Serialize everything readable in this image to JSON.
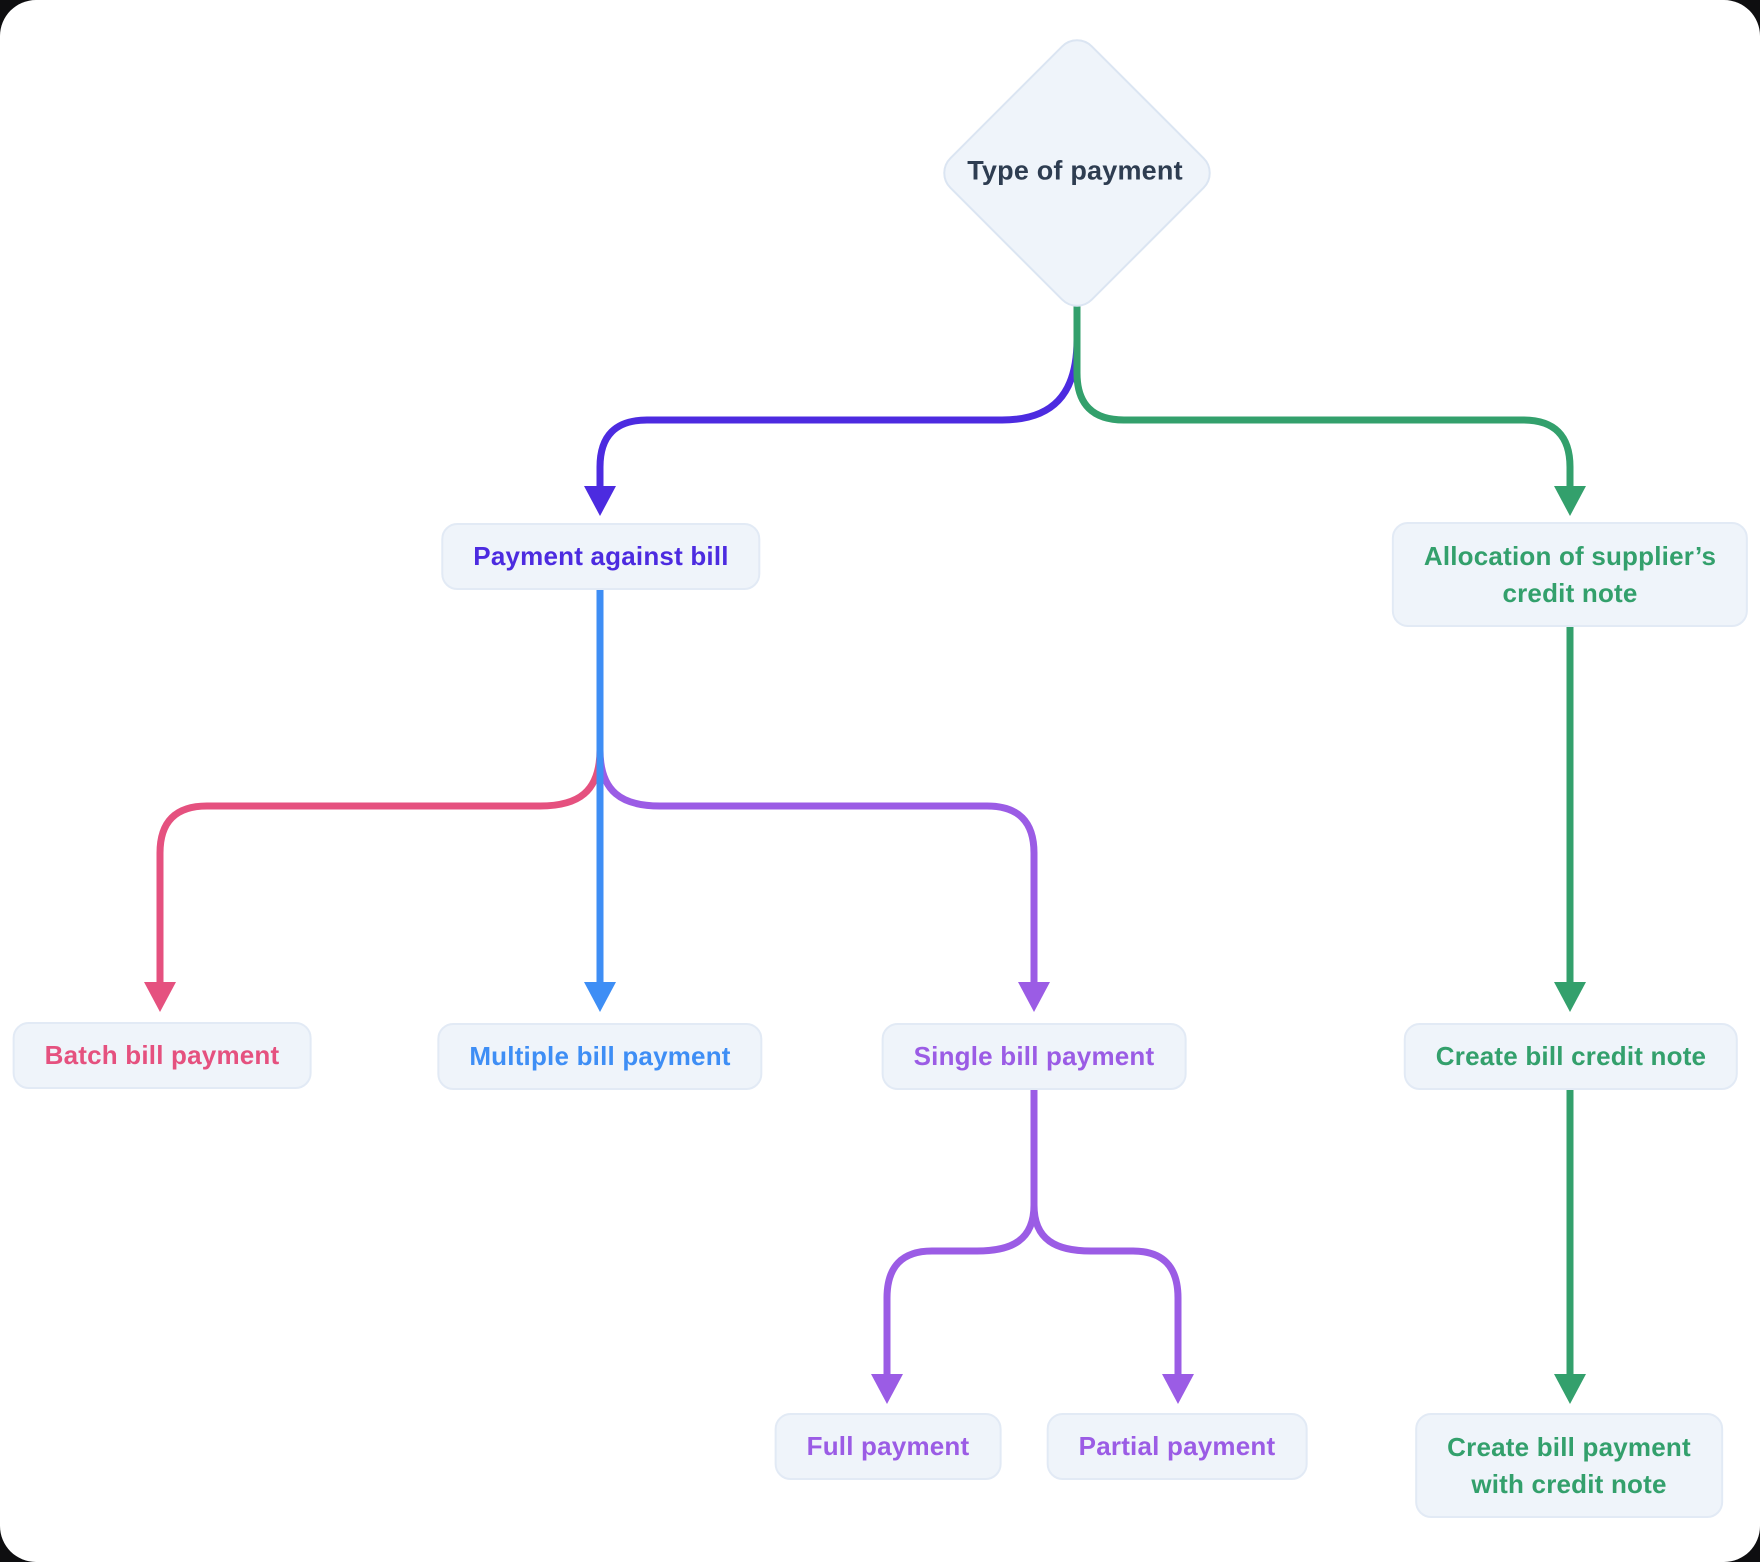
{
  "diagram": {
    "root": {
      "label": "Type of payment"
    },
    "nodes": {
      "payment_against_bill": {
        "lines": [
          "Payment against bill"
        ]
      },
      "allocation_credit_note": {
        "lines": [
          "Allocation of supplier’s",
          "credit note"
        ]
      },
      "batch_bill_payment": {
        "lines": [
          "Batch bill payment"
        ]
      },
      "multiple_bill_payment": {
        "lines": [
          "Multiple bill payment"
        ]
      },
      "single_bill_payment": {
        "lines": [
          "Single bill payment"
        ]
      },
      "create_bill_credit_note": {
        "lines": [
          "Create bill credit note"
        ]
      },
      "full_payment": {
        "lines": [
          "Full payment"
        ]
      },
      "partial_payment": {
        "lines": [
          "Partial payment"
        ]
      },
      "create_bill_payment_with_credit_note": {
        "lines": [
          "Create bill payment",
          "with credit note"
        ]
      }
    },
    "colors": {
      "page_bg": "#ffffff",
      "node_bg": "#eff4fa",
      "node_border": "#e2eaf5",
      "diamond_border": "#dbe5f2",
      "root_text": "#2e3d51",
      "indigo": "#4c2be0",
      "blue": "#3e8ef5",
      "pink": "#e5517f",
      "purple": "#9b5ce5",
      "green": "#33a06c"
    }
  }
}
